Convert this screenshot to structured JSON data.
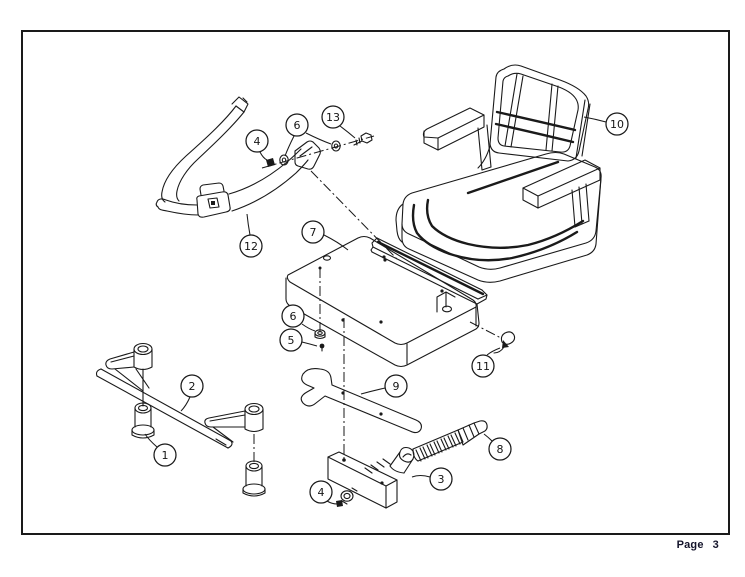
{
  "page": {
    "label": "Page",
    "number": "3"
  },
  "diagram": {
    "callouts": [
      {
        "ref": "c1",
        "label": "1"
      },
      {
        "ref": "c2",
        "label": "2"
      },
      {
        "ref": "c3",
        "label": "3"
      },
      {
        "ref": "c4-top",
        "label": "4"
      },
      {
        "ref": "c4-bottom",
        "label": "4"
      },
      {
        "ref": "c5",
        "label": "5"
      },
      {
        "ref": "c6-top",
        "label": "6"
      },
      {
        "ref": "c6-mid",
        "label": "6"
      },
      {
        "ref": "c7",
        "label": "7"
      },
      {
        "ref": "c8",
        "label": "8"
      },
      {
        "ref": "c9",
        "label": "9"
      },
      {
        "ref": "c10",
        "label": "10"
      },
      {
        "ref": "c11",
        "label": "11"
      },
      {
        "ref": "c12",
        "label": "12"
      },
      {
        "ref": "c13",
        "label": "13"
      }
    ]
  },
  "colors": {
    "line": "#1a1a1a",
    "page_text": "#14142b",
    "background": "#ffffff"
  }
}
